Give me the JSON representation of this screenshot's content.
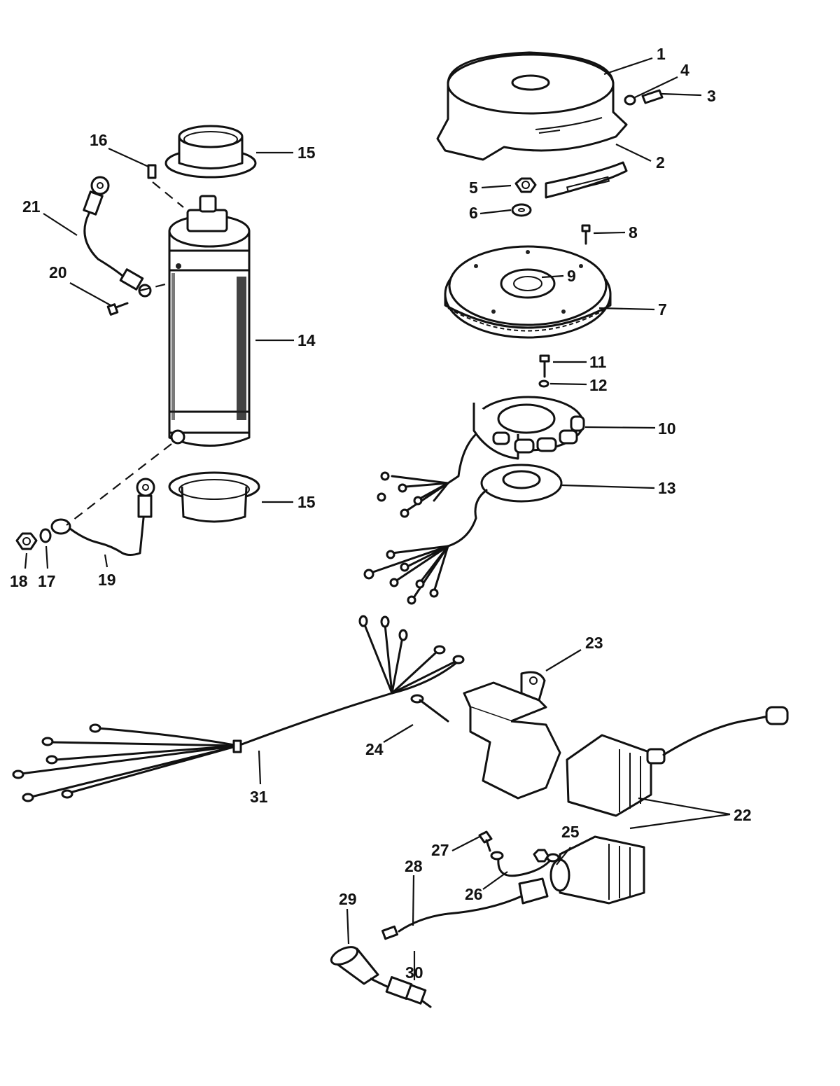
{
  "callouts": [
    {
      "id": "c1",
      "label": "1"
    },
    {
      "id": "c2",
      "label": "2"
    },
    {
      "id": "c3",
      "label": "3"
    },
    {
      "id": "c4",
      "label": "4"
    },
    {
      "id": "c5",
      "label": "5"
    },
    {
      "id": "c6",
      "label": "6"
    },
    {
      "id": "c7",
      "label": "7"
    },
    {
      "id": "c8",
      "label": "8"
    },
    {
      "id": "c9",
      "label": "9"
    },
    {
      "id": "c10",
      "label": "10"
    },
    {
      "id": "c11",
      "label": "11"
    },
    {
      "id": "c12",
      "label": "12"
    },
    {
      "id": "c13",
      "label": "13"
    },
    {
      "id": "c14",
      "label": "14"
    },
    {
      "id": "c15a",
      "label": "15"
    },
    {
      "id": "c15b",
      "label": "15"
    },
    {
      "id": "c16",
      "label": "16"
    },
    {
      "id": "c17",
      "label": "17"
    },
    {
      "id": "c18",
      "label": "18"
    },
    {
      "id": "c19",
      "label": "19"
    },
    {
      "id": "c20",
      "label": "20"
    },
    {
      "id": "c21",
      "label": "21"
    },
    {
      "id": "c22",
      "label": "22"
    },
    {
      "id": "c23",
      "label": "23"
    },
    {
      "id": "c24",
      "label": "24"
    },
    {
      "id": "c25",
      "label": "25"
    },
    {
      "id": "c26",
      "label": "26"
    },
    {
      "id": "c27",
      "label": "27"
    },
    {
      "id": "c28",
      "label": "28"
    },
    {
      "id": "c29",
      "label": "29"
    },
    {
      "id": "c30",
      "label": "30"
    },
    {
      "id": "c31",
      "label": "31"
    }
  ]
}
